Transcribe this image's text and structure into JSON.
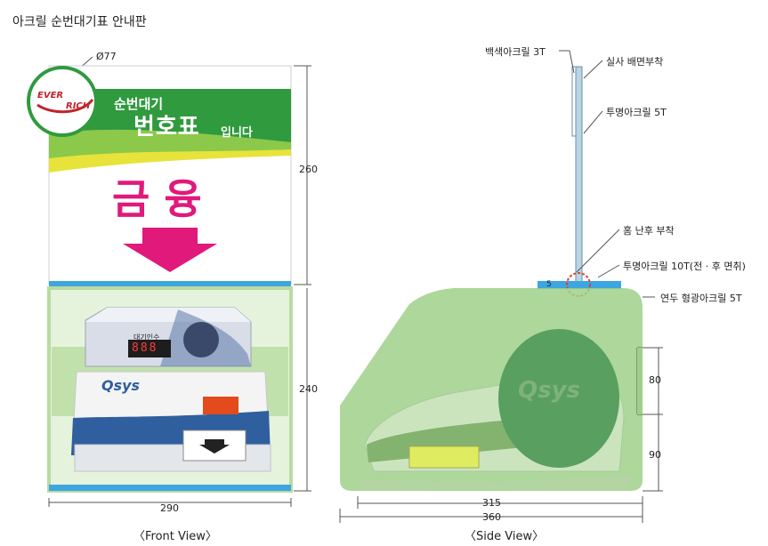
{
  "title": "아크릴 순번대기표 안내판",
  "colors": {
    "green_dark": "#2f9a3e",
    "green_light": "#b8dca0",
    "magenta": "#e0197a",
    "blue_bar": "#3da6e0",
    "overlay_green": "#9fd08a",
    "brand_red": "#c0242c"
  },
  "front": {
    "logo_line1": "EVER",
    "logo_line2": "RICH",
    "diameter_label": "Ø77",
    "banner_small": "순번대기",
    "banner_big": "번호표",
    "banner_suffix": "입니다",
    "main_text": "금 융",
    "device_brand": "Qsys",
    "device_display": "888",
    "device_screen_label": "대기인수",
    "dim_top": "260",
    "dim_bottom": "240",
    "dim_width": "290",
    "view_label": "〈Front View〉"
  },
  "side": {
    "label_white_acrylic": "백색아크릴 3T",
    "label_adhesive": "실사 배면부착",
    "label_clear_5t": "투명아크릴 5T",
    "label_groove": "홈 난후 부착",
    "label_clear_10t": "투명아크릴 10T(전 · 후 면취)",
    "label_fluor": "연두 형광아크릴 5T",
    "dim_5": "5",
    "dim_80": "80",
    "dim_90": "90",
    "dim_315": "315",
    "dim_360": "360",
    "device_brand": "Qsys",
    "view_label": "〈Side View〉"
  }
}
